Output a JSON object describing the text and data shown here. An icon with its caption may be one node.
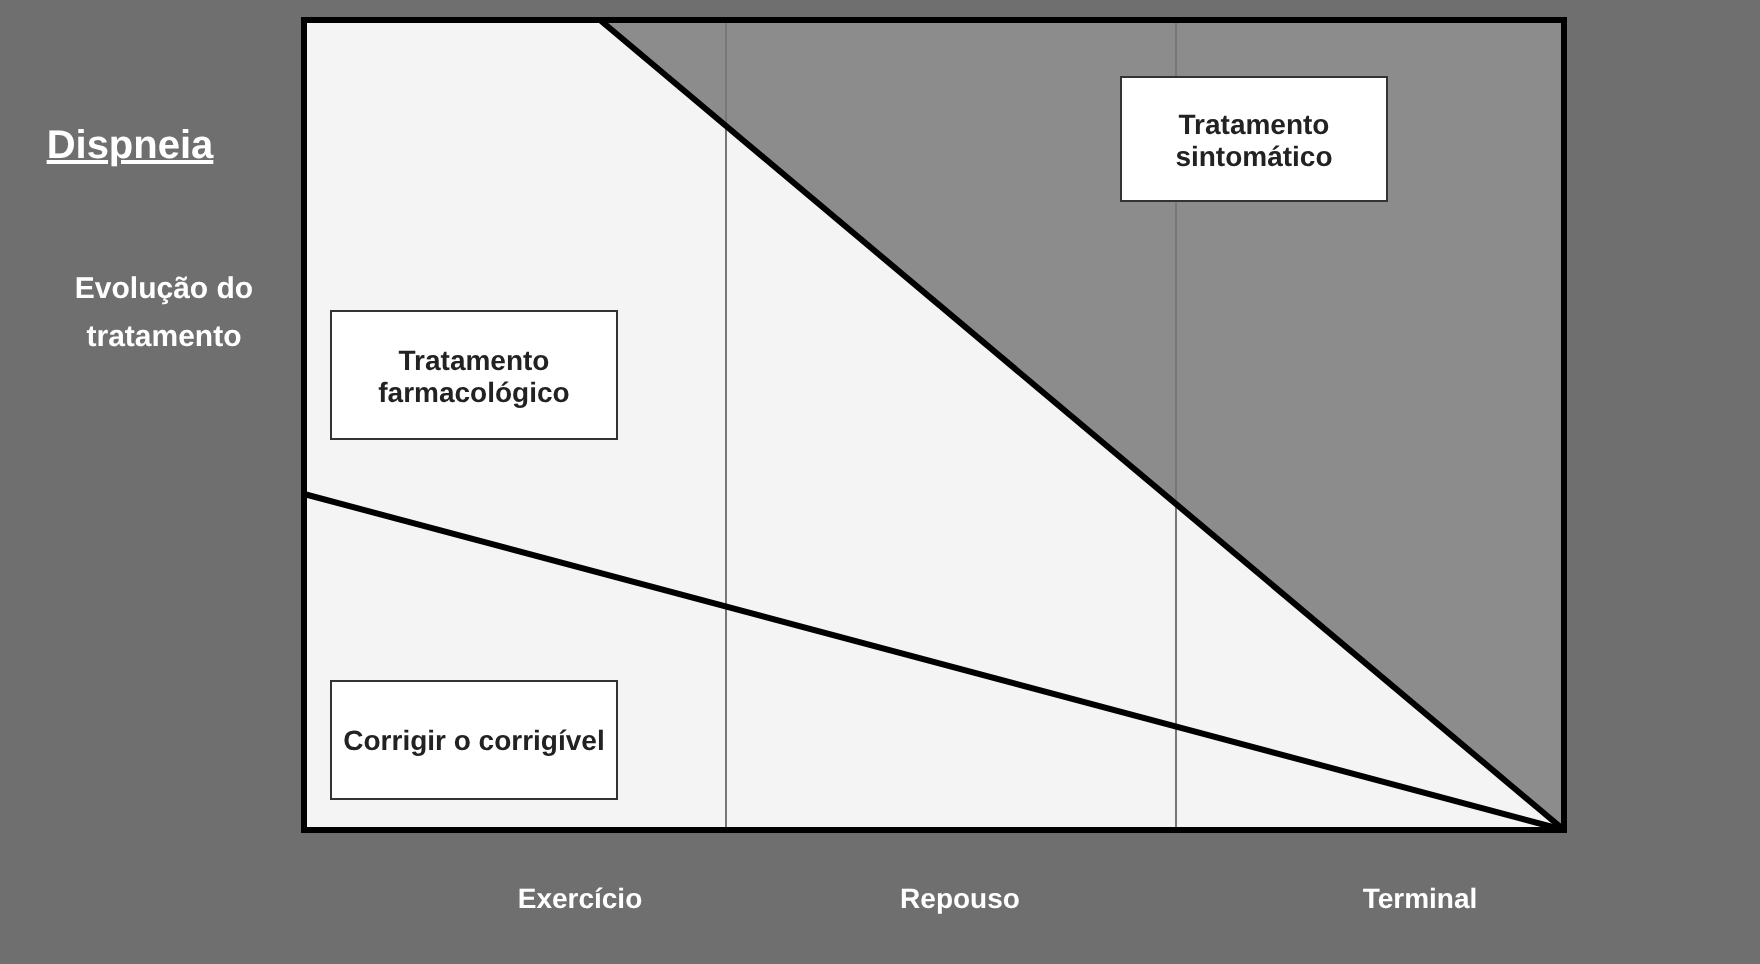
{
  "diagram": {
    "title": "Dispneia",
    "nodes": [
      {
        "text": [
          "Tratamento sintomático"
        ]
      },
      {
        "text": [
          "Tratamento farmacológico"
        ]
      },
      {
        "text": [
          "Corrigir o corrigível"
        ]
      }
    ],
    "labels": [
      "Evolução do tratamento",
      "Exercício",
      "Repouso",
      "Terminal"
    ]
  }
}
